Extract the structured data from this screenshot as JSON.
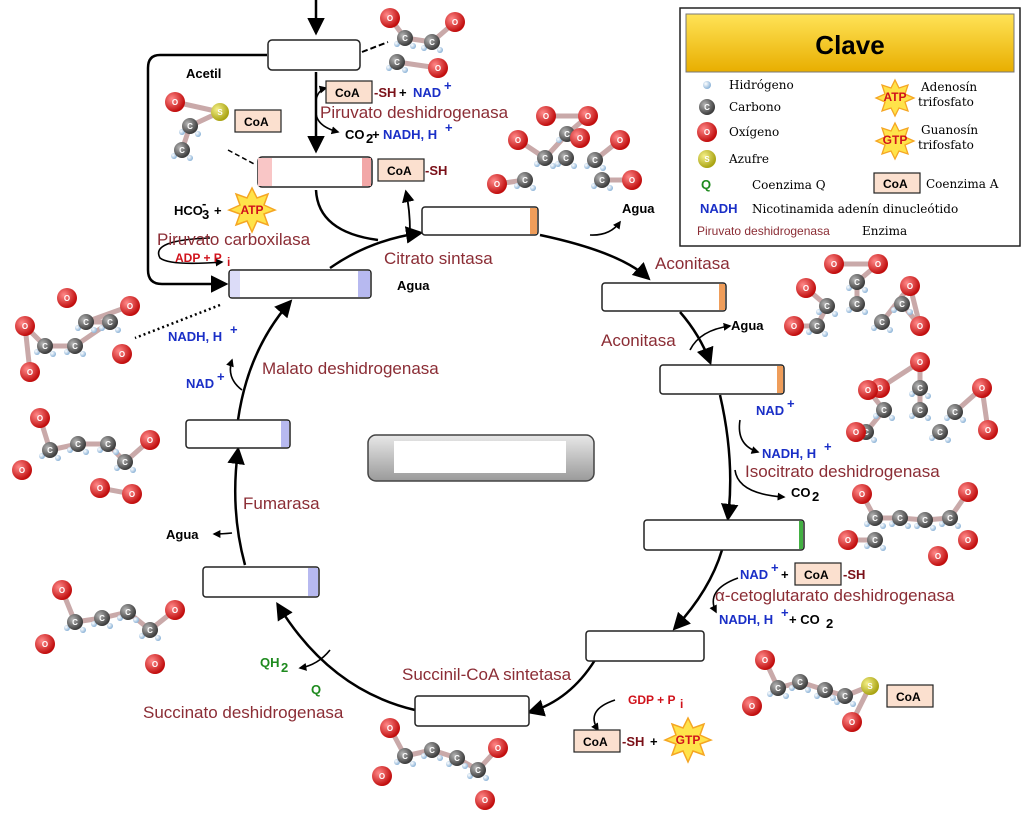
{
  "colors": {
    "enzyme": "#8b2d35",
    "cofactor_blue": "#1a2fc7",
    "atp_red": "#d0121b",
    "coq_green": "#1e8a1e",
    "key_header": "#f2c311",
    "coa_box": "#fbe0cf",
    "oxygen": "#d91c1c",
    "carbon": "#5d5d5d",
    "hydrogen": "#a8c8e8",
    "sulfur": "#c9c428"
  },
  "enzymes": {
    "pyruvate_dh": "Piruvato deshidrogenasa",
    "pyruvate_carboxylase": "Piruvato carboxilasa",
    "citrate_synthase": "Citrato sintasa",
    "aconitase_1": "Aconitasa",
    "aconitase_2": "Aconitasa",
    "isocitrate_dh": "Isocitrato deshidrogenasa",
    "akg_dh": "α-cetoglutarato deshidrogenasa",
    "succinyl_coa_synthetase": "Succinil-CoA sintetasa",
    "succinate_dh": "Succinato deshidrogenasa",
    "fumarase": "Fumarasa",
    "malate_dh": "Malato deshidrogenasa"
  },
  "labels": {
    "acetyl": "Acetil",
    "water_top": "Agua",
    "water_citrate": "Agua",
    "water_aconitase": "Agua",
    "water_fumarase": "Agua",
    "coa": "CoA",
    "sh": "-SH",
    "plus": "+",
    "nad_plus": "NAD",
    "nadh_h": "NADH, H",
    "co2": "CO",
    "co2_plus_nadh": "CO",
    "hco3": "HCO",
    "atp": "ATP",
    "gtp": "GTP",
    "adp_pi": "ADP + P",
    "gdp_pi": "GDP + P",
    "qh2": "QH",
    "q": "Q",
    "nadh_co2": "NADH, H",
    "plus_co2": "+ CO"
  },
  "atom_symbols": {
    "oxygen": "O",
    "carbon": "C",
    "sulfur": "S"
  },
  "key": {
    "title": "Clave",
    "hydrogen": "Hidrógeno",
    "carbon": "Carbono",
    "oxygen": "Oxígeno",
    "sulfur": "Azufre",
    "atp_1": "Adenosín",
    "atp_2": "trifosfato",
    "gtp_1": "Guanosín",
    "gtp_2": "trifosfato",
    "q_symbol": "Q",
    "q_name": "Coenzima Q",
    "coa_symbol": "CoA",
    "coa_name": "Coenzima A",
    "nadh_symbol": "NADH",
    "nadh_name": "Nicotinamida adenín dinucleótido",
    "enzyme_example": "Piruvato deshidrogenasa",
    "enzyme_name": "Enzima"
  }
}
